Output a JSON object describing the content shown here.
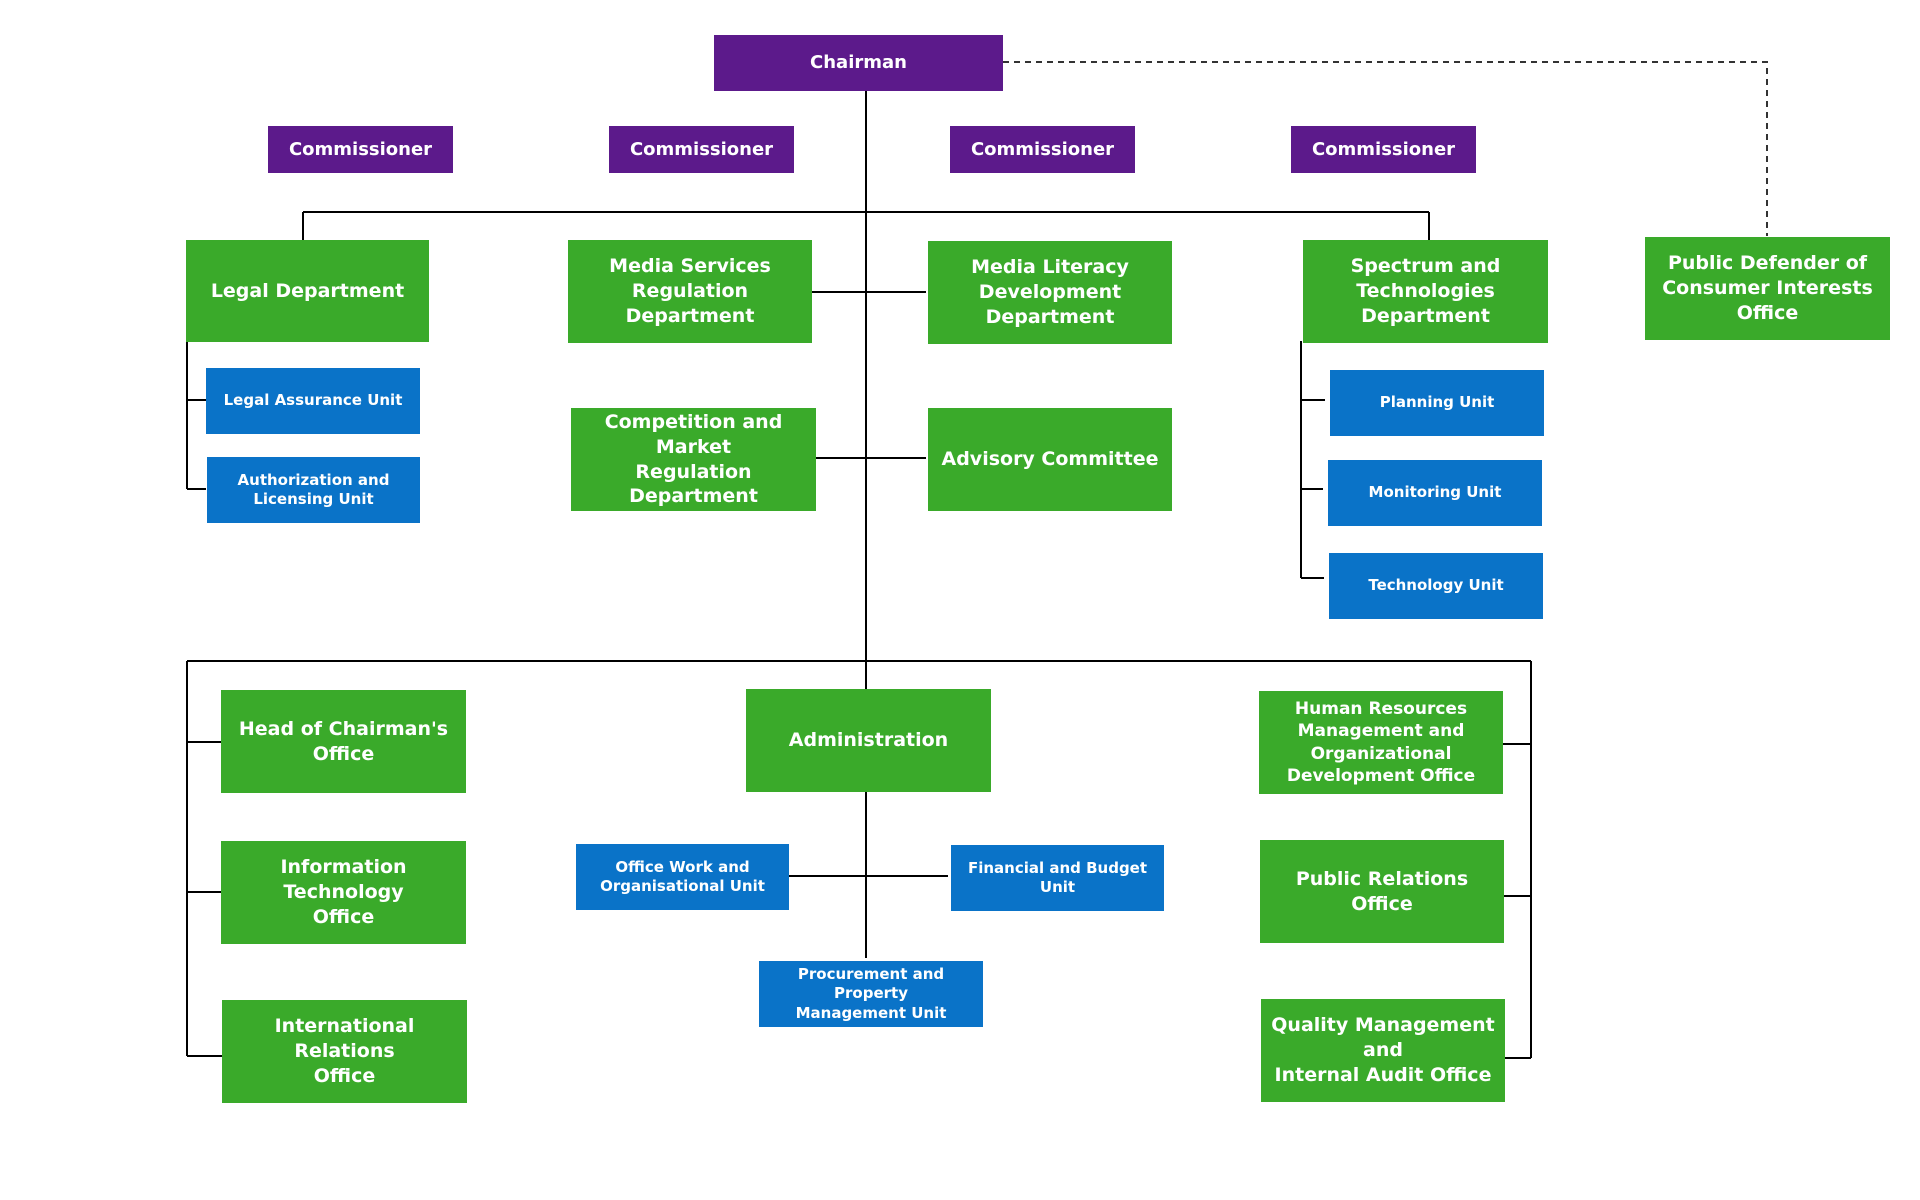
{
  "colors": {
    "executive": "#5c1a8b",
    "department": "#3aaa2a",
    "unit": "#0a73c8",
    "connector": "#000000"
  },
  "executive": {
    "chairman": "Chairman",
    "commissioners": [
      "Commissioner",
      "Commissioner",
      "Commissioner",
      "Commissioner"
    ]
  },
  "departments": {
    "legal": "Legal Department",
    "media_services": "Media Services\nRegulation Department",
    "media_literacy": "Media Literacy\nDevelopment Department",
    "spectrum": "Spectrum and\nTechnologies Department",
    "public_defender": "Public Defender of\nConsumer Interests Office",
    "competition": "Competition and Market\nRegulation Department",
    "advisory": "Advisory Committee"
  },
  "legal_units": [
    "Legal Assurance Unit",
    "Authorization and\nLicensing Unit"
  ],
  "spectrum_units": [
    "Planning Unit",
    "Monitoring Unit",
    "Technology Unit"
  ],
  "offices_left": [
    "Head of Chairman's\nOffice",
    "Information Technology\nOffice",
    "International Relations\nOffice"
  ],
  "administration": {
    "label": "Administration",
    "units": [
      "Office Work and\nOrganisational Unit",
      "Financial and Budget Unit",
      "Procurement and Property\nManagement Unit"
    ]
  },
  "offices_right": [
    "Human Resources\nManagement and\nOrganizational\nDevelopment Office",
    "Public Relations Office",
    "Quality Management and\nInternal Audit Office"
  ]
}
